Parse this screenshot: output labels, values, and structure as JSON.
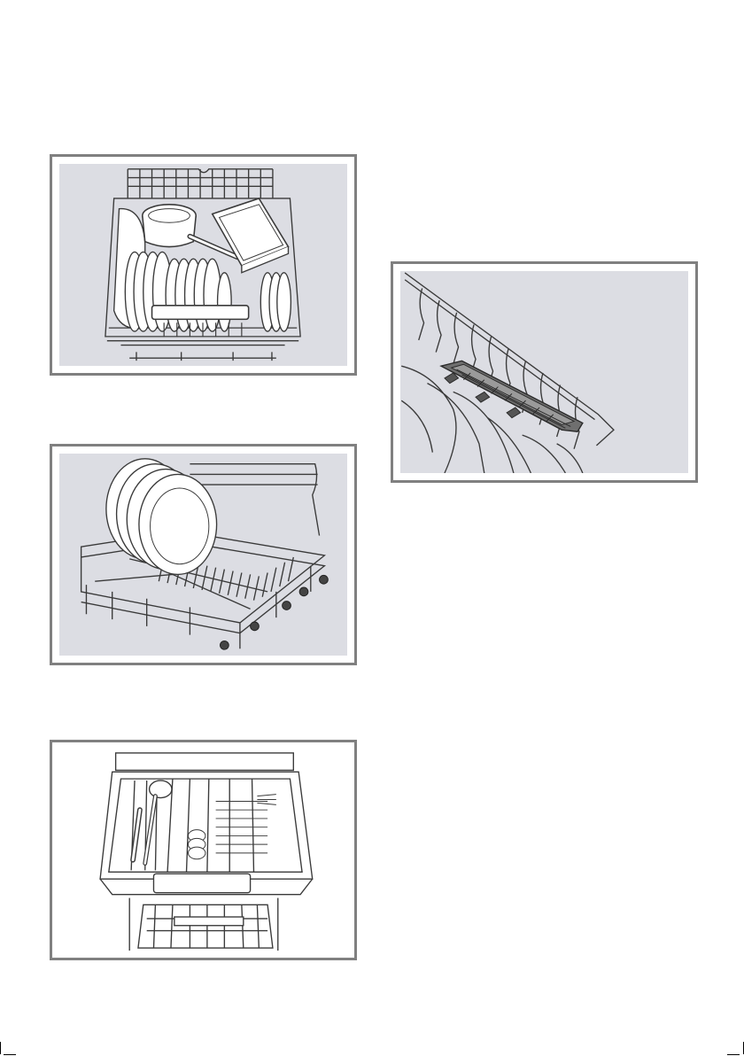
{
  "figures": [
    {
      "id": "fig1",
      "subject": "upper-basket-with-plates-and-pots"
    },
    {
      "id": "fig2",
      "subject": "lower-basket-with-large-plates"
    },
    {
      "id": "fig3",
      "subject": "cutlery-drawer-on-dishwasher"
    },
    {
      "id": "fig4",
      "subject": "folding-rack-in-basket"
    }
  ],
  "colors": {
    "frame": "#808080",
    "panel": "#dcdde3",
    "line": "#3a3a3a",
    "accent": "#6f6f6f"
  }
}
